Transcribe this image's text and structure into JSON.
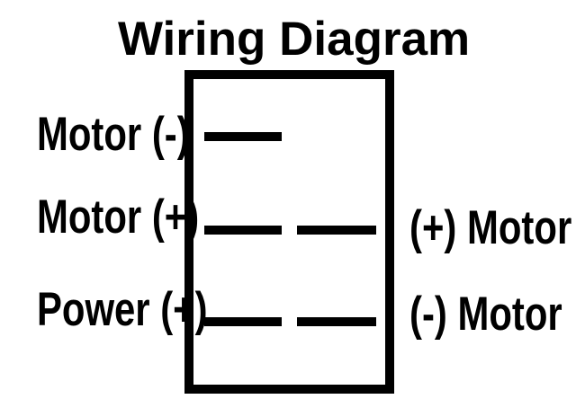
{
  "title": "Wiring Diagram",
  "colors": {
    "ink": "#000000",
    "background": "#ffffff"
  },
  "switch": {
    "left_labels": [
      {
        "label": "Motor (-)"
      },
      {
        "label": "Motor (+)"
      },
      {
        "label": "Power (+)"
      }
    ],
    "right_labels": [
      {
        "label": "(+) Motor"
      },
      {
        "label": "(-) Motor"
      }
    ],
    "terminal_rows": [
      {
        "left_pin": true,
        "right_pin": false
      },
      {
        "left_pin": true,
        "right_pin": true
      },
      {
        "left_pin": true,
        "right_pin": true
      }
    ]
  }
}
